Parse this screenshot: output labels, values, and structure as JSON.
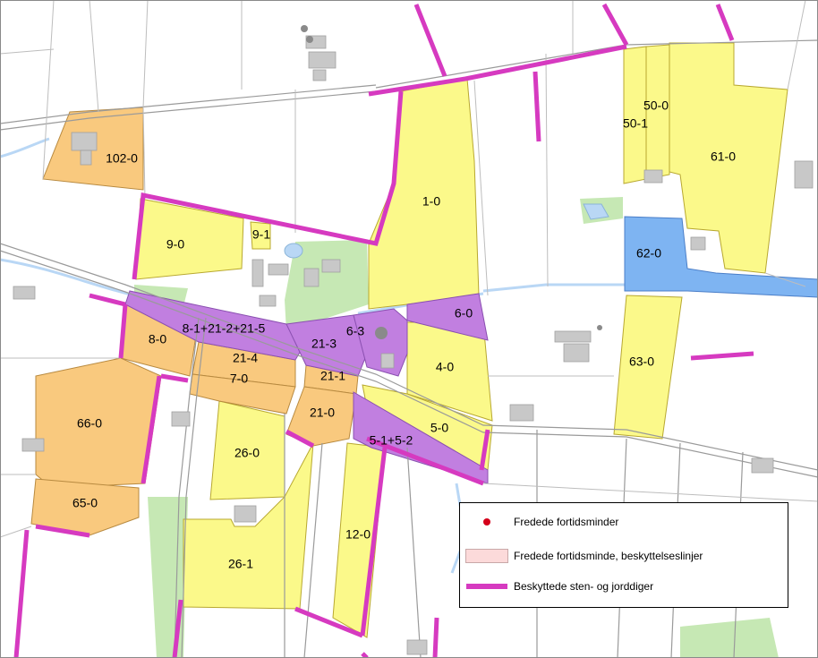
{
  "colors": {
    "background": "#ffffff",
    "protected_dike": "#d63ac0",
    "parcel_yellow": "#fbf98a",
    "parcel_orange": "#f9c97e",
    "parcel_purple": "#c17fe0",
    "parcel_blue": "#7eb4f2",
    "green_area": "#c6e8b4",
    "water": "#b9d7f5",
    "road": "#aaaaaa",
    "building": "#c8c8c8",
    "monument": "#d4001a",
    "protection_zone": "#fcdada"
  },
  "parcels": [
    {
      "id": "p-102-0",
      "label": "102-0",
      "category": "orange"
    },
    {
      "id": "p-1-0",
      "label": "1-0",
      "category": "yellow"
    },
    {
      "id": "p-9-0",
      "label": "9-0",
      "category": "yellow"
    },
    {
      "id": "p-9-1",
      "label": "9-1",
      "category": "yellow"
    },
    {
      "id": "p-50-0",
      "label": "50-0",
      "category": "yellow"
    },
    {
      "id": "p-50-1",
      "label": "50-1",
      "category": "yellow"
    },
    {
      "id": "p-61-0",
      "label": "61-0",
      "category": "yellow"
    },
    {
      "id": "p-62-0",
      "label": "62-0",
      "category": "blue"
    },
    {
      "id": "p-6-0",
      "label": "6-0",
      "category": "purple"
    },
    {
      "id": "p-6-3",
      "label": "6-3",
      "category": "purple"
    },
    {
      "id": "p-8-1",
      "label": "8-1+21-2+21-5",
      "category": "purple"
    },
    {
      "id": "p-21-3",
      "label": "21-3",
      "category": "purple"
    },
    {
      "id": "p-8-0",
      "label": "8-0",
      "category": "orange"
    },
    {
      "id": "p-21-4",
      "label": "21-4",
      "category": "orange"
    },
    {
      "id": "p-7-0",
      "label": "7-0",
      "category": "orange"
    },
    {
      "id": "p-21-1",
      "label": "21-1",
      "category": "orange"
    },
    {
      "id": "p-4-0",
      "label": "4-0",
      "category": "yellow"
    },
    {
      "id": "p-63-0",
      "label": "63-0",
      "category": "yellow"
    },
    {
      "id": "p-66-0",
      "label": "66-0",
      "category": "orange"
    },
    {
      "id": "p-21-0",
      "label": "21-0",
      "category": "orange"
    },
    {
      "id": "p-5-0",
      "label": "5-0",
      "category": "yellow"
    },
    {
      "id": "p-5-1",
      "label": "5-1+5-2",
      "category": "purple"
    },
    {
      "id": "p-26-0",
      "label": "26-0",
      "category": "yellow"
    },
    {
      "id": "p-65-0",
      "label": "65-0",
      "category": "orange"
    },
    {
      "id": "p-12-0",
      "label": "12-0",
      "category": "yellow"
    },
    {
      "id": "p-26-1",
      "label": "26-1",
      "category": "yellow"
    }
  ],
  "legend": {
    "items": [
      {
        "symbol": "red-dot",
        "label": "Fredede fortidsminder"
      },
      {
        "symbol": "pink-rectangle",
        "label": "Fredede fortidsminde, beskyttelseslinjer"
      },
      {
        "symbol": "magenta-line",
        "label": "Beskyttede sten- og jorddiger"
      }
    ]
  }
}
